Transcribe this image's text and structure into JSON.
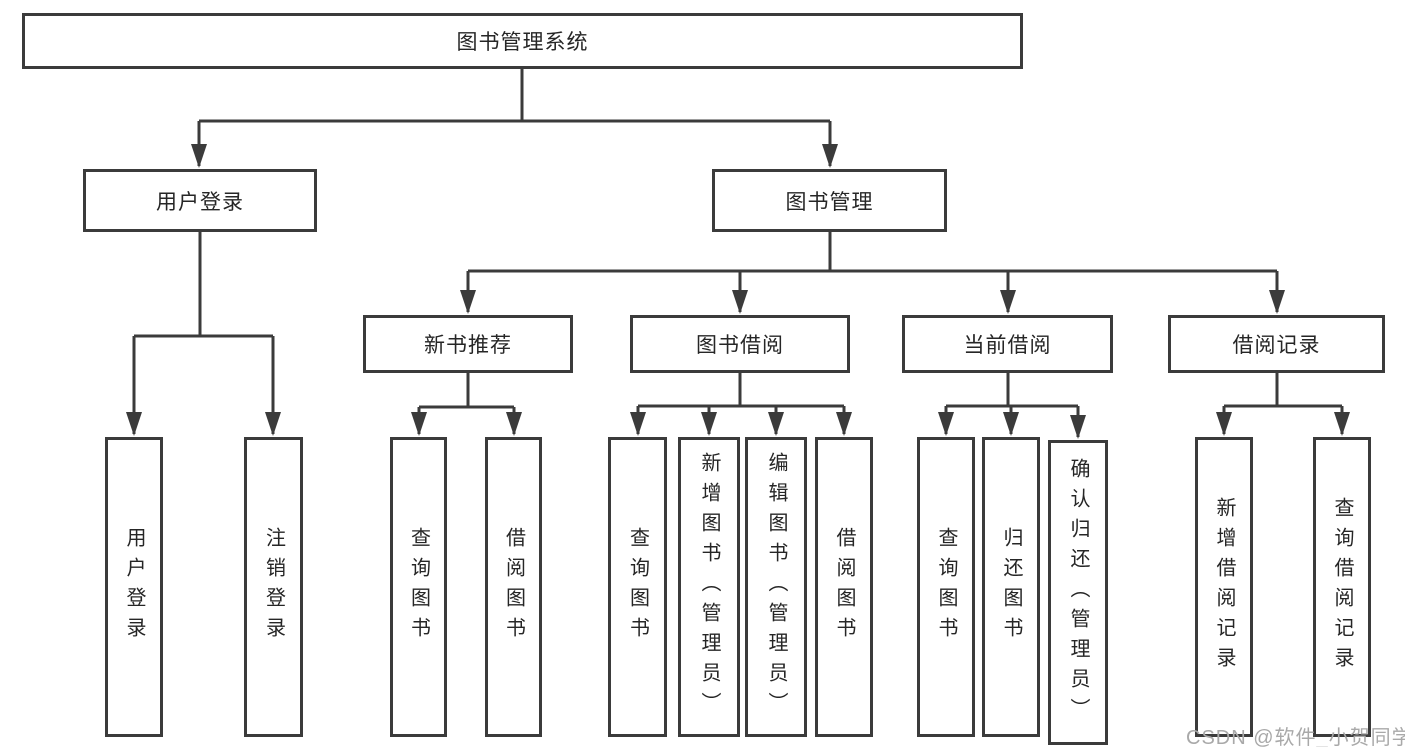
{
  "tree": {
    "root": {
      "label": "图书管理系统"
    },
    "branches": [
      {
        "label": "用户登录",
        "children": [
          {
            "label": "用户登录"
          },
          {
            "label": "注销登录"
          }
        ]
      },
      {
        "label": "图书管理",
        "groups": [
          {
            "label": "新书推荐",
            "children": [
              {
                "label": "查询图书"
              },
              {
                "label": "借阅图书"
              }
            ]
          },
          {
            "label": "图书借阅",
            "children": [
              {
                "label": "查询图书"
              },
              {
                "label": "新增图书（管理员）"
              },
              {
                "label": "编辑图书（管理员）"
              },
              {
                "label": "借阅图书"
              }
            ]
          },
          {
            "label": "当前借阅",
            "children": [
              {
                "label": "查询图书"
              },
              {
                "label": "归还图书"
              },
              {
                "label": "确认归还（管理员）"
              }
            ]
          },
          {
            "label": "借阅记录",
            "children": [
              {
                "label": "新增借阅记录"
              },
              {
                "label": "查询借阅记录"
              }
            ]
          }
        ]
      }
    ]
  },
  "watermark": "CSDN @软件_小贺同学",
  "colors": {
    "line": "#3b3b3b",
    "text": "#262626",
    "watermark": "#a9a9a9",
    "background": "#ffffff"
  }
}
